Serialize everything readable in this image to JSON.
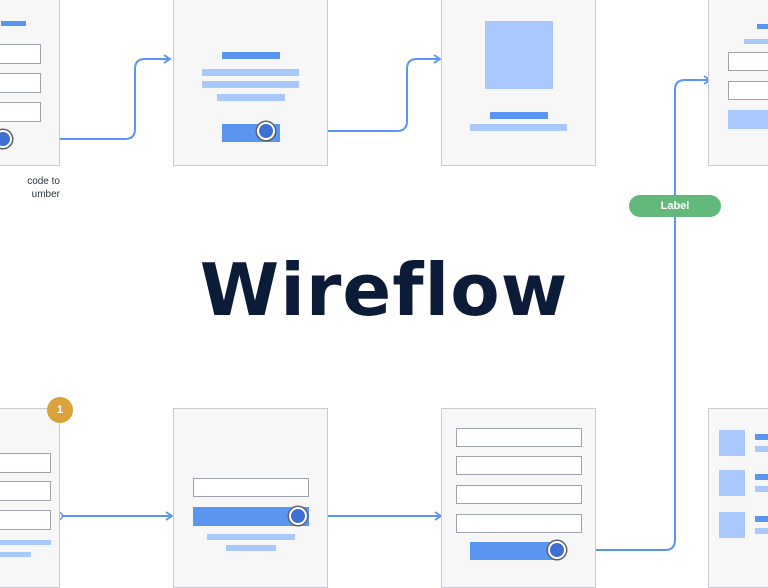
{
  "title": "Wireflow",
  "annotation_note": "code to\number",
  "connector_label": "Label",
  "step_badge": "1",
  "colors": {
    "accent": "#5b95f2",
    "accent_light": "#a9c8fb",
    "node_fill": "#3e6fd1",
    "label_green": "#63b97b",
    "badge_gold": "#d9a23b",
    "title_navy": "#0c1b38"
  }
}
